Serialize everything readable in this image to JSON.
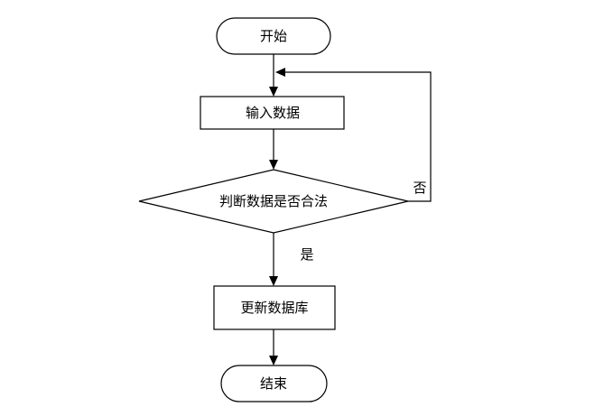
{
  "flowchart": {
    "nodes": {
      "start": {
        "label": "开始",
        "shape": "terminator"
      },
      "input": {
        "label": "输入数据",
        "shape": "process"
      },
      "decision": {
        "label": "判断数据是否合法",
        "shape": "decision"
      },
      "update": {
        "label": "更新数据库",
        "shape": "process"
      },
      "end": {
        "label": "结束",
        "shape": "terminator"
      }
    },
    "edges": {
      "start_to_input": {
        "from": "start",
        "to": "input",
        "label": ""
      },
      "input_to_decision": {
        "from": "input",
        "to": "decision",
        "label": ""
      },
      "decision_no": {
        "from": "decision",
        "to": "input",
        "label": "否"
      },
      "decision_yes": {
        "from": "decision",
        "to": "update",
        "label": "是"
      },
      "update_to_end": {
        "from": "update",
        "to": "end",
        "label": ""
      }
    },
    "colors": {
      "stroke": "#000000",
      "fill": "#ffffff",
      "text": "#000000"
    }
  }
}
